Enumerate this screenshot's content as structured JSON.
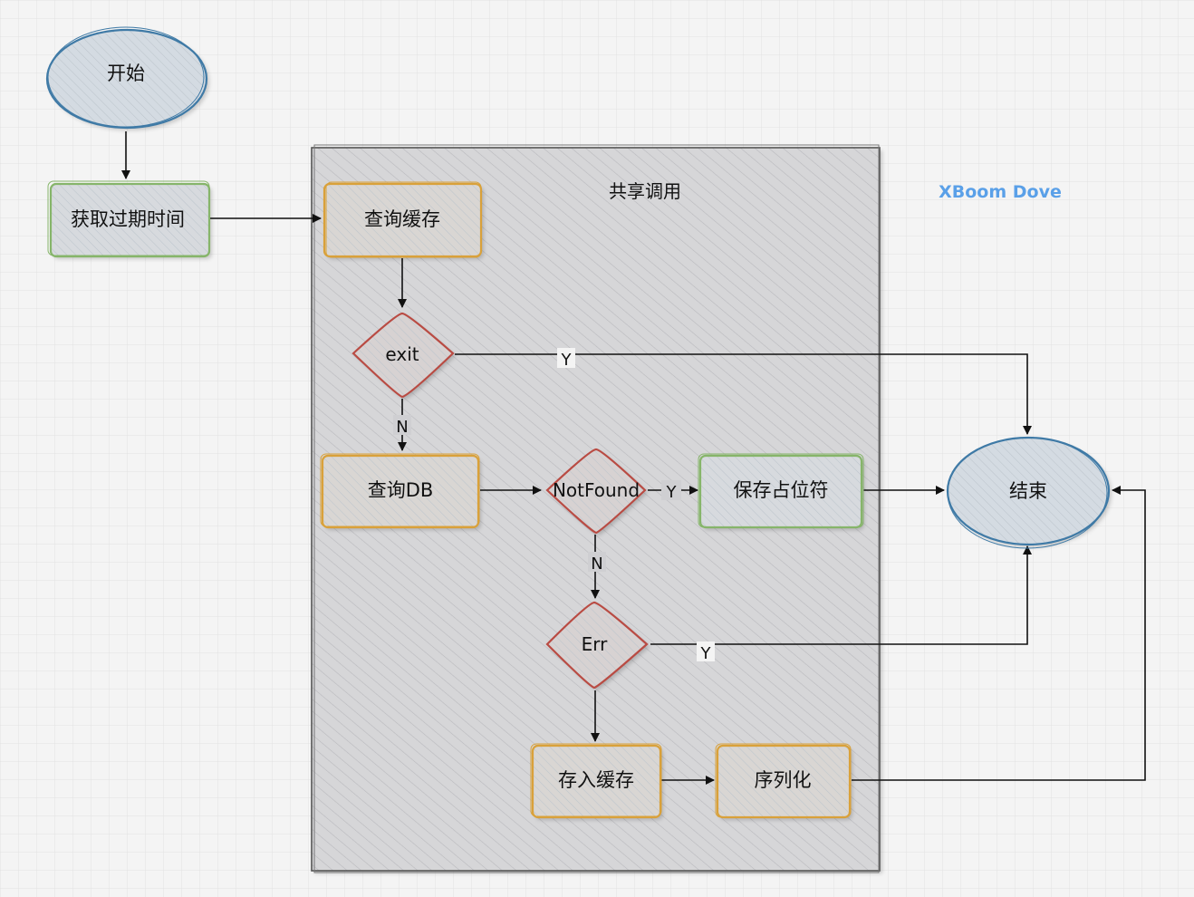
{
  "diagram": {
    "title": "共享调用",
    "watermark": "XBoom Dove",
    "colors": {
      "background": "#f4f4f4",
      "grid": "#e2e2e2",
      "ellipse_stroke": "#3f7aa6",
      "ellipse_fill": "#d4dbe2",
      "green_stroke": "#86b56a",
      "orange_stroke": "#d9a13a",
      "red_stroke": "#b94b43",
      "container_fill": "#d6d6d8",
      "container_stroke": "#555555",
      "edge": "#111111",
      "watermark": "#5aa0e8"
    },
    "nodes": {
      "start": "开始",
      "get_expire": "获取过期时间",
      "query_cache": "查询缓存",
      "exit": "exit",
      "query_db": "查询DB",
      "notfound": "NotFound",
      "save_placeholder": "保存占位符",
      "end": "结束",
      "err": "Err",
      "store_cache": "存入缓存",
      "serialize": "序列化"
    },
    "edge_labels": {
      "exit_yes": "Y",
      "exit_no": "N",
      "notfound_yes": "Y",
      "notfound_no": "N",
      "err_yes": "Y"
    }
  }
}
